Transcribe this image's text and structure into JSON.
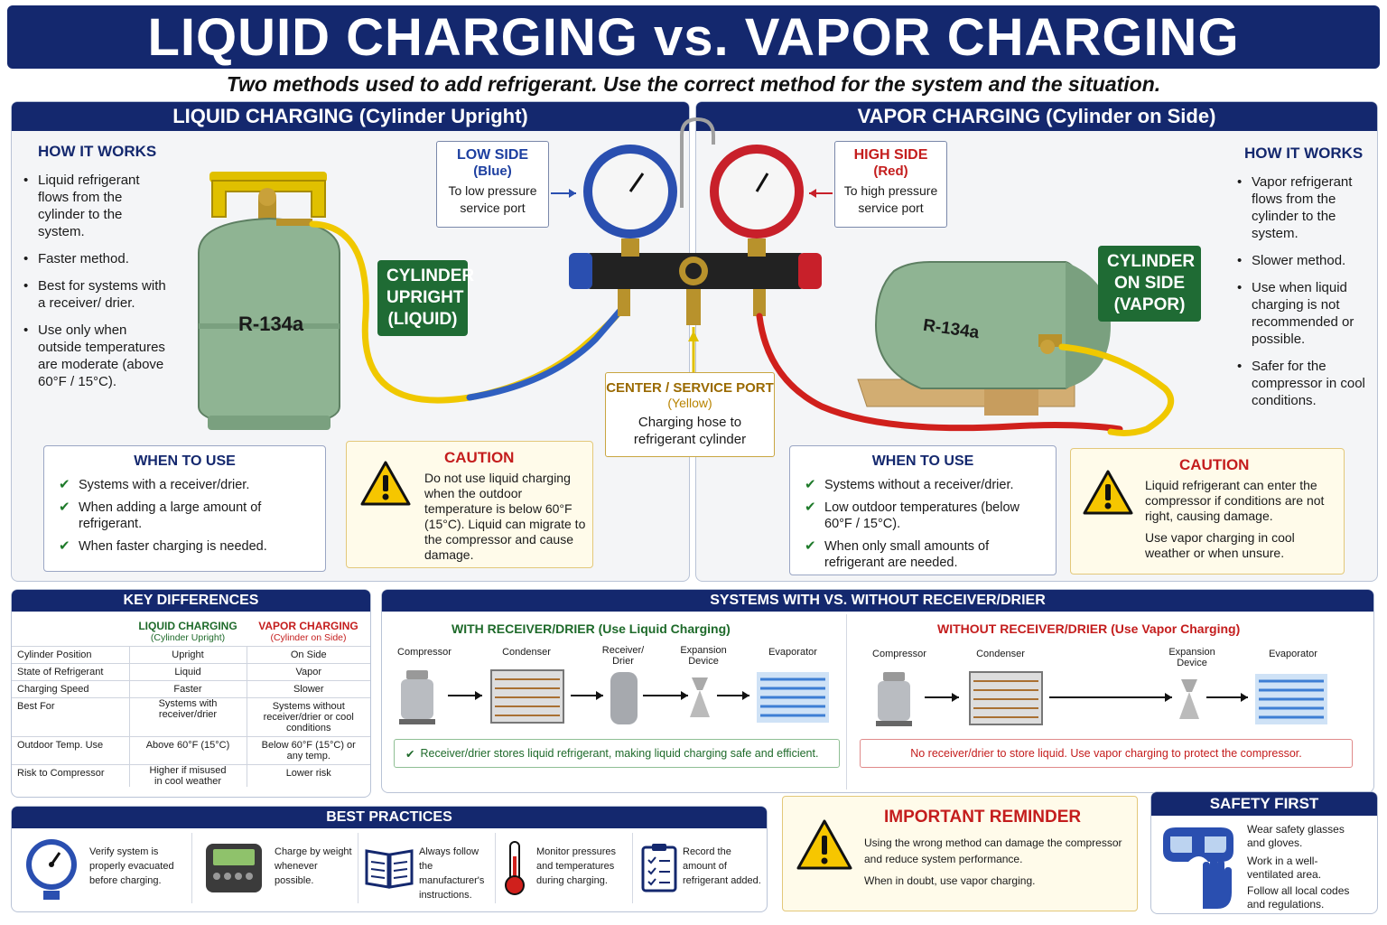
{
  "header": {
    "title": "LIQUID CHARGING vs. VAPOR CHARGING",
    "subtitle": "Two methods used to add refrigerant. Use the correct method for the system and the situation."
  },
  "liquid": {
    "title": "LIQUID CHARGING (Cylinder Upright)",
    "how_title": "HOW IT WORKS",
    "how_items": [
      "Liquid refrigerant flows from the cylinder to the system.",
      "Faster method.",
      "Best for systems with a receiver/ drier.",
      "Use only when outside temperatures are moderate (above 60°F / 15°C)."
    ],
    "cylinder_label": "R-134a",
    "tag": [
      "CYLINDER",
      "UPRIGHT",
      "(LIQUID)"
    ],
    "when_title": "WHEN TO USE",
    "when_items": [
      "Systems with a receiver/drier.",
      "When adding a large amount of refrigerant.",
      "When faster charging is needed."
    ],
    "caution_title": "CAUTION",
    "caution_text": "Do not use liquid charging when the outdoor temperature is below 60°F (15°C). Liquid can migrate to the compressor and cause damage."
  },
  "vapor": {
    "title": "VAPOR CHARGING (Cylinder on Side)",
    "how_title": "HOW IT WORKS",
    "how_items": [
      "Vapor refrigerant flows from the cylinder to the system.",
      "Slower method.",
      "Use when liquid charging is not recommended or possible.",
      "Safer for the compressor in cool conditions."
    ],
    "cylinder_label": "R-134a",
    "tag": [
      "CYLINDER",
      "ON SIDE",
      "(VAPOR)"
    ],
    "when_title": "WHEN TO USE",
    "when_items": [
      "Systems without a receiver/drier.",
      "Low outdoor temperatures (below 60°F / 15°C).",
      "When only small amounts of refrigerant are needed."
    ],
    "caution_title": "CAUTION",
    "caution_text_1": "Liquid refrigerant can enter the compressor if conditions are not right, causing damage.",
    "caution_text_2": "Use vapor charging in cool weather or when unsure."
  },
  "gauges": {
    "low_title": "LOW SIDE",
    "low_color": "(Blue)",
    "low_text": "To low pressure service port",
    "high_title": "HIGH SIDE",
    "high_color": "(Red)",
    "high_text": "To high pressure service port",
    "center_title": "CENTER / SERVICE PORT",
    "center_color": "(Yellow)",
    "center_text": "Charging hose to refrigerant cylinder"
  },
  "key_differences": {
    "title": "KEY DIFFERENCES",
    "col_liquid": "LIQUID CHARGING",
    "col_liquid_sub": "(Cylinder Upright)",
    "col_vapor": "VAPOR CHARGING",
    "col_vapor_sub": "(Cylinder on Side)",
    "rows": [
      {
        "label": "Cylinder Position",
        "liquid": "Upright",
        "vapor": "On Side"
      },
      {
        "label": "State of Refrigerant",
        "liquid": "Liquid",
        "vapor": "Vapor"
      },
      {
        "label": "Charging Speed",
        "liquid": "Faster",
        "vapor": "Slower"
      },
      {
        "label": "Best For",
        "liquid": "Systems with receiver/drier",
        "vapor": "Systems without receiver/drier or cool conditions"
      },
      {
        "label": "Outdoor Temp. Use",
        "liquid": "Above 60°F (15°C)",
        "vapor": "Below 60°F (15°C) or any temp."
      },
      {
        "label": "Risk to Compressor",
        "liquid": "Higher if misused in cool weather",
        "vapor": "Lower risk"
      }
    ]
  },
  "systems": {
    "title": "SYSTEMS WITH VS. WITHOUT RECEIVER/DRIER",
    "with_title": "WITH RECEIVER/DRIER (Use Liquid Charging)",
    "with_components": [
      "Compressor",
      "Condenser",
      "Receiver/ Drier",
      "Expansion Device",
      "Evaporator"
    ],
    "with_note": "Receiver/drier stores liquid refrigerant, making liquid charging safe and efficient.",
    "without_title": "WITHOUT RECEIVER/DRIER (Use Vapor Charging)",
    "without_components": [
      "Compressor",
      "Condenser",
      "Expansion Device",
      "Evaporator"
    ],
    "without_note": "No receiver/drier to store liquid. Use vapor charging to protect the compressor."
  },
  "best_practices": {
    "title": "BEST PRACTICES",
    "items": [
      "Verify system is properly evacuated before charging.",
      "Charge by weight whenever possible.",
      "Always follow the manufacturer's instructions.",
      "Monitor pressures and temperatures during charging.",
      "Record the amount of refrigerant added."
    ]
  },
  "reminder": {
    "title": "IMPORTANT REMINDER",
    "text_1": "Using the wrong method can damage the compressor and reduce system performance.",
    "text_2": "When in doubt, use vapor charging."
  },
  "safety": {
    "title": "SAFETY FIRST",
    "items": [
      "Wear safety glasses and gloves.",
      "Work in a well-ventilated area.",
      "Follow all local codes and regulations."
    ]
  }
}
